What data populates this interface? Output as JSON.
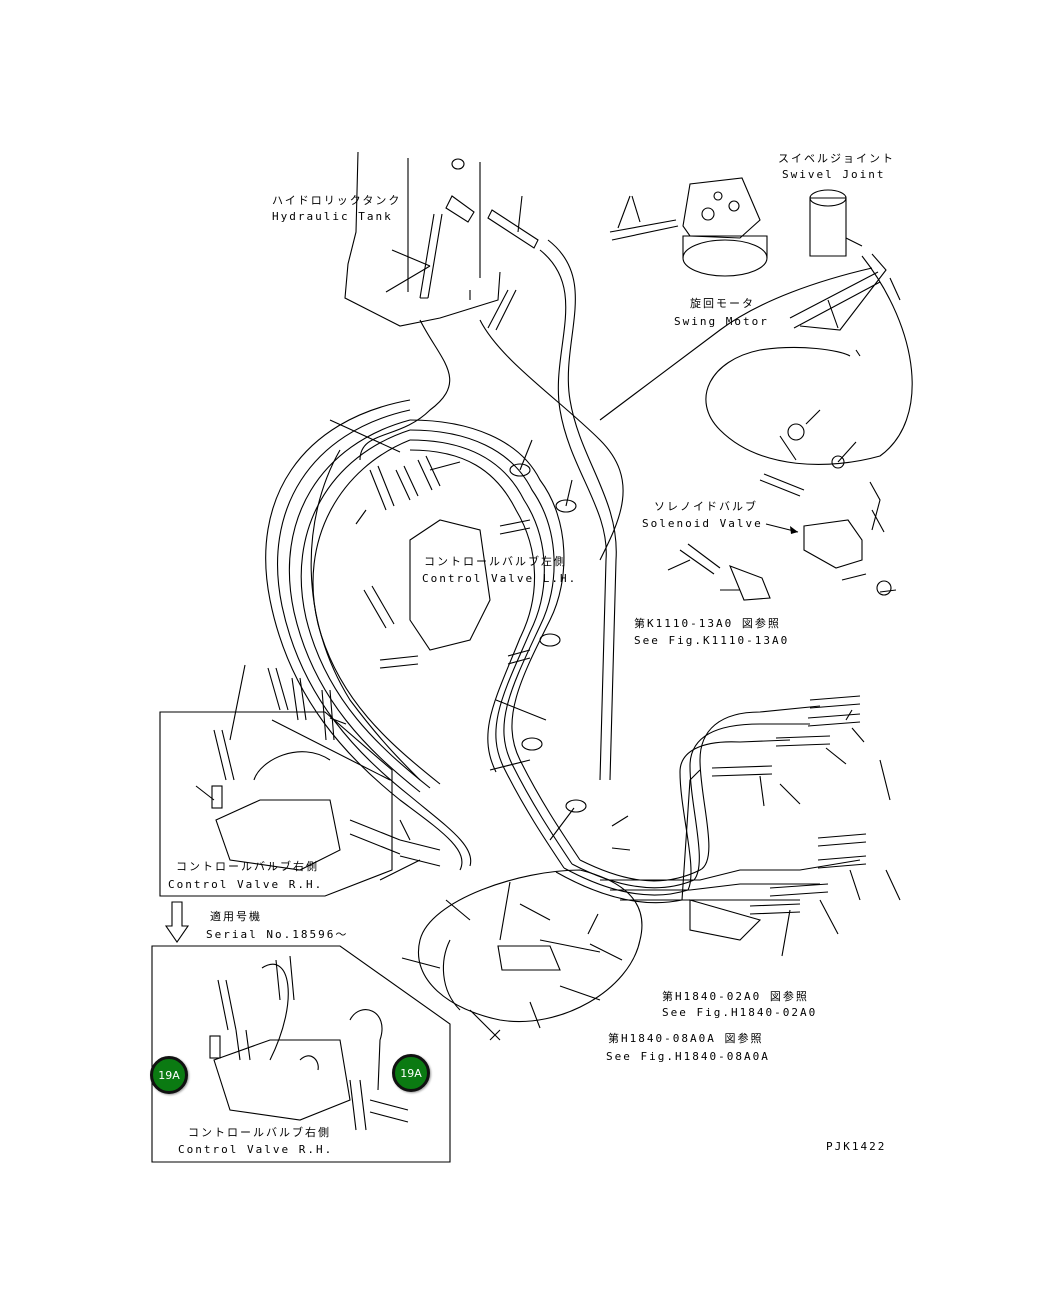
{
  "labels": {
    "hydraulic_tank_jp": "ハイドロリックタンク",
    "hydraulic_tank_en": "Hydraulic Tank",
    "swing_motor_jp": "旋回モータ",
    "swing_motor_en": "Swing Motor",
    "swivel_joint_jp": "スイベルジョイント",
    "swivel_joint_en": "Swivel Joint",
    "solenoid_valve_jp": "ソレノイドバルブ",
    "solenoid_valve_en": "Solenoid Valve",
    "control_valve_lh_jp": "コントロールバルブ左側",
    "control_valve_lh_en": "Control Valve L.H.",
    "see_fig_k1110_jp": "第K1110-13A0 図参照",
    "see_fig_k1110_en": "See Fig.K1110-13A0",
    "control_valve_rh_jp": "コントロールバルブ右側",
    "control_valve_rh_en": "Control Valve R.H.",
    "serial_jp": "適用号機",
    "serial_en": "Serial No.18596～",
    "see_fig_h1840_02_jp": "第H1840-02A0 図参照",
    "see_fig_h1840_02_en": "See Fig.H1840-02A0",
    "see_fig_h1840_08_jp": "第H1840-08A0A 図参照",
    "see_fig_h1840_08_en": "See Fig.H1840-08A0A",
    "control_valve_rh2_jp": "コントロールバルブ右側",
    "control_valve_rh2_en": "Control Valve R.H.",
    "drawing_code": "PJK1422"
  },
  "badges": {
    "left": "19A",
    "right": "19A"
  },
  "colors": {
    "line": "#000000",
    "badge": "#0b7a12"
  }
}
